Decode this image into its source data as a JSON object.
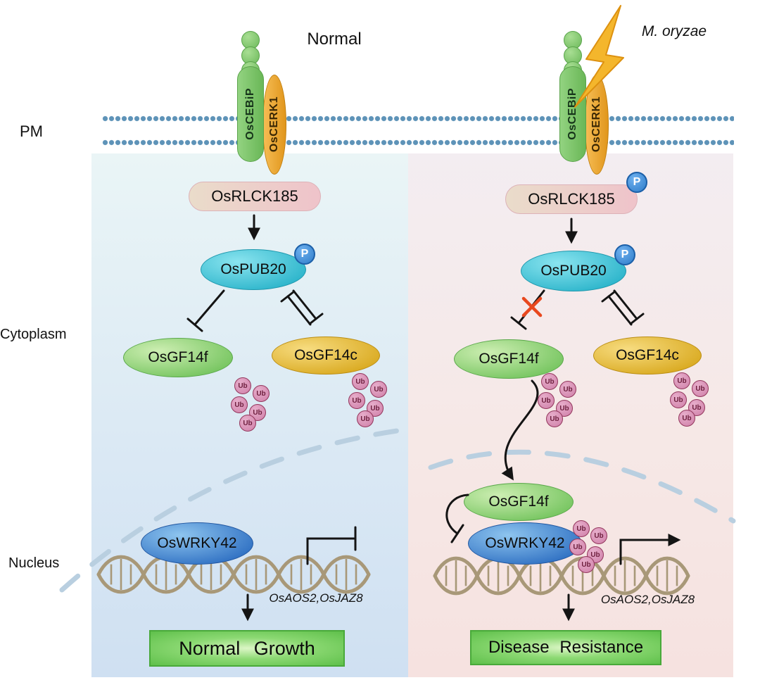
{
  "labels": {
    "pm": "PM",
    "cytoplasm": "Cytoplasm",
    "nucleus": "Nucleus"
  },
  "molecules": {
    "cebip": "OsCEBiP",
    "cerk1": "OsCERK1",
    "rlck185": "OsRLCK185",
    "pub20": "OsPUB20",
    "gf14f": "OsGF14f",
    "gf14c": "OsGF14c",
    "wrky42": "OsWRKY42",
    "ub": "Ub",
    "phospho": "P"
  },
  "left_panel": {
    "condition": "Normal",
    "genes": "OsAOS2,OsJAZ8",
    "outcome": "Normal Growth"
  },
  "right_panel": {
    "condition": "M. oryzae",
    "genes": "OsAOS2,OsJAZ8",
    "outcome": "Disease Resistance"
  },
  "colors": {
    "membrane_bead": "#5e93b8",
    "cebip_green": "#7cc96f",
    "cerk1_orange": "#f0a335",
    "rlck_pink": "#ecc0c4",
    "pub20_cyan": "#45c6da",
    "phospho_blue": "#3d8edb",
    "gf14f_green": "#8ed47e",
    "gf14c_gold": "#e6b62e",
    "wrky42_blue": "#4a8fd8",
    "ub_pink": "#d98bb0",
    "dna_tan": "#a89878",
    "outcome_green": "#6ec95a",
    "inhibit_red": "#e8481e",
    "panel_left_blue": "#d9e9f5",
    "panel_right_pink": "#f6e7e6"
  }
}
